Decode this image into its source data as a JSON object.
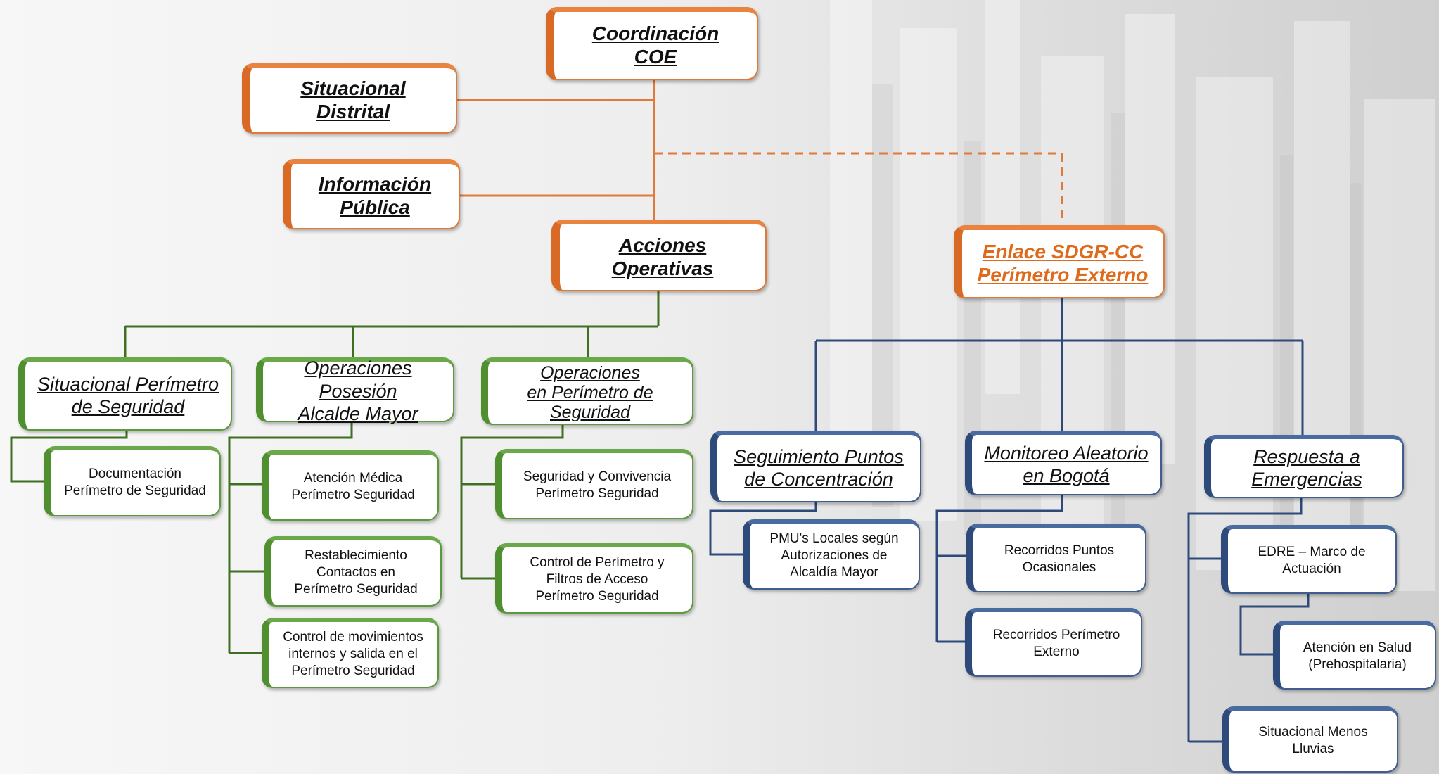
{
  "nodes": {
    "coord": "Coordinación\nCOE",
    "situacional_distrital": "Situacional\nDistrital",
    "info_publica": "Información\nPública",
    "acciones": "Acciones\nOperativas",
    "enlace": "Enlace SDGR-CC\nPerímetro Externo",
    "g1": "Situacional Perímetro\nde Seguridad",
    "g2": "Operaciones Posesión\nAlcalde Mayor",
    "g3": "Operaciones\nen Perímetro de\nSeguridad",
    "g1_1": "Documentación\nPerímetro de Seguridad",
    "g2_1": "Atención Médica\nPerímetro Seguridad",
    "g2_2": "Restablecimiento\nContactos en\nPerímetro Seguridad",
    "g2_3": "Control de movimientos\ninternos y salida en el\nPerímetro Seguridad",
    "g3_1": "Seguridad y Convivencia\nPerímetro Seguridad",
    "g3_2": "Control de Perímetro y\nFiltros de Acceso\nPerímetro Seguridad",
    "b1": "Seguimiento Puntos\nde Concentración",
    "b2": "Monitoreo  Aleatorio\nen Bogotá",
    "b3": "Respuesta a\nEmergencias",
    "b1_1": "PMU's Locales según\nAutorizaciones de\nAlcaldía Mayor",
    "b2_1": "Recorridos Puntos\nOcasionales",
    "b2_2": "Recorridos Perímetro\nExterno",
    "b3_1": "EDRE – Marco de\nActuación",
    "b3_1_1": "Atención en Salud\n(Prehospitalaria)",
    "b3_2": "Situacional Menos\nLluvias"
  },
  "colors": {
    "orange": "#e07a3a",
    "green": "#3f6f22",
    "blue": "#2e4a7a",
    "link_text": "#e06a1c"
  }
}
